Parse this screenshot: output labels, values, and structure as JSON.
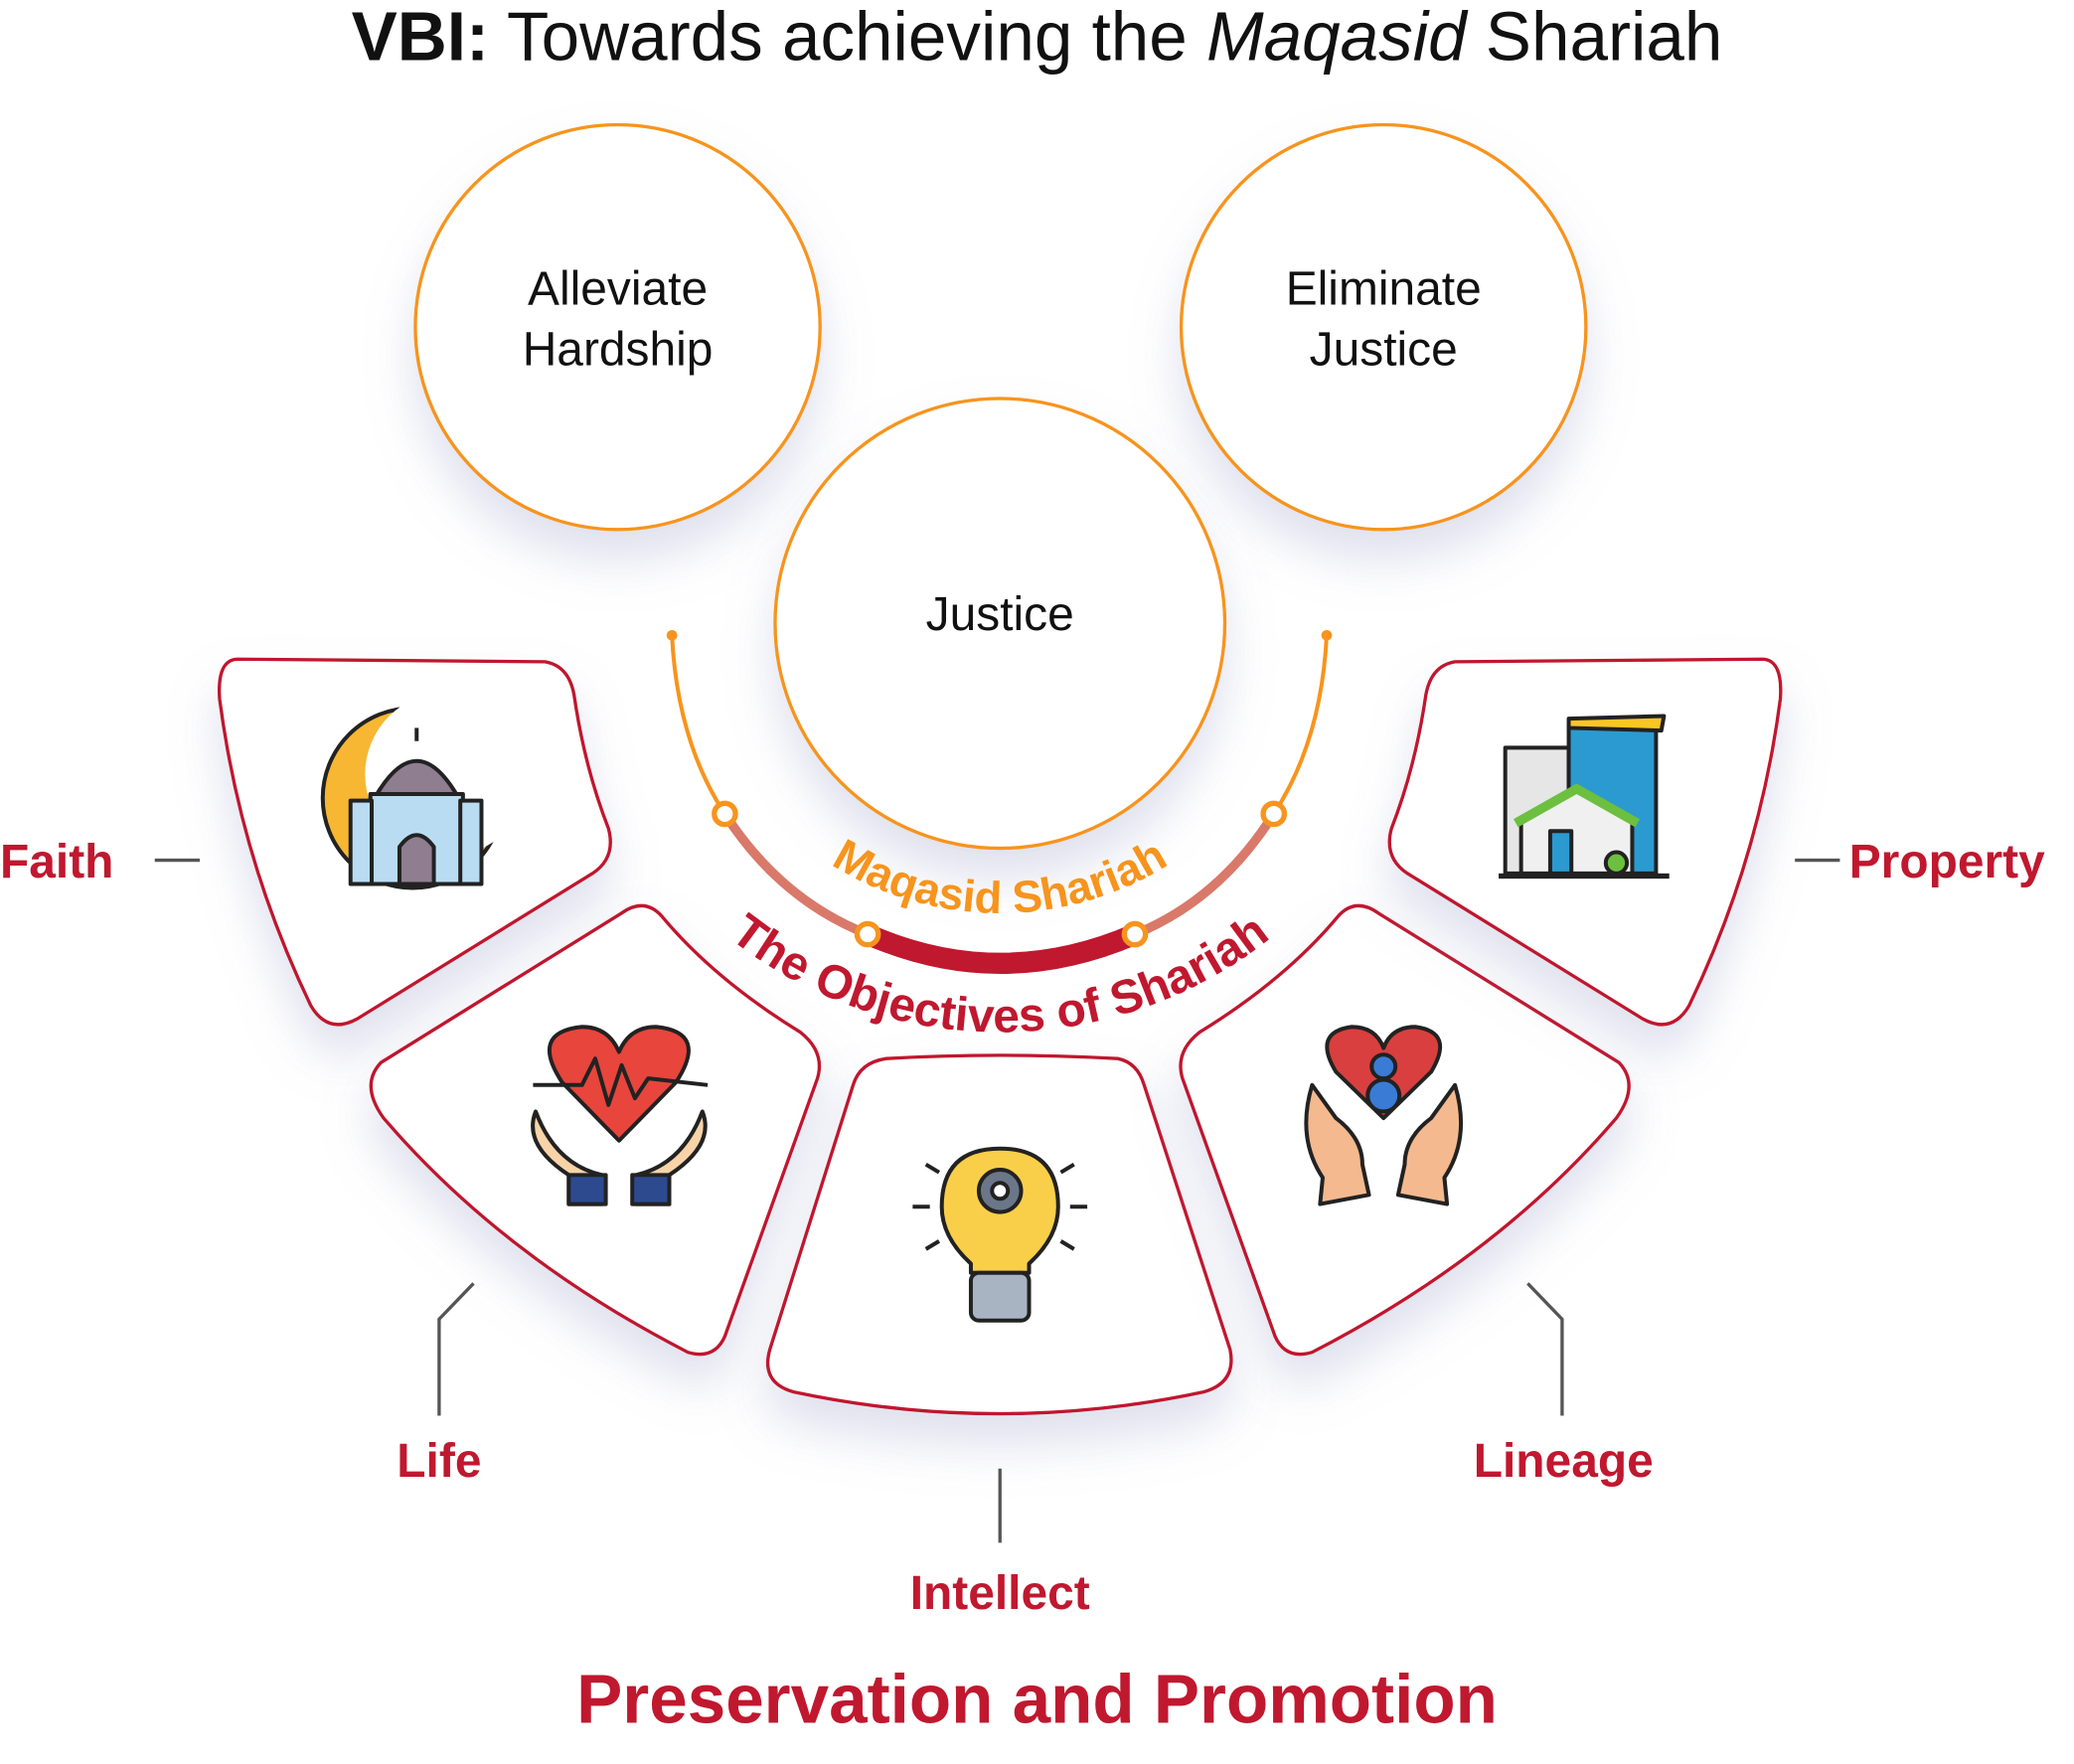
{
  "title": {
    "bold": "VBI:",
    "normal": " Towards achieving the ",
    "italic": "Maqasid",
    "end": " Shariah"
  },
  "circles": [
    {
      "line1": "Alleviate",
      "line2": "Hardship"
    },
    {
      "line1": "Eliminate",
      "line2": "Justice"
    },
    {
      "line1": "Justice"
    }
  ],
  "arc_labels": {
    "inner": "Maqasid Shariah",
    "outer": "The Objectives of Shariah"
  },
  "pillars": [
    {
      "label": "Faith",
      "icon": "mosque-icon"
    },
    {
      "label": "Life",
      "icon": "heart-hands-icon"
    },
    {
      "label": "Intellect",
      "icon": "lightbulb-gear-icon"
    },
    {
      "label": "Lineage",
      "icon": "family-heart-hands-icon"
    },
    {
      "label": "Property",
      "icon": "buildings-icon"
    }
  ],
  "footer": "Preservation and Promotion",
  "colors": {
    "orange": "#f7941d",
    "red": "#c0182f",
    "salmon": "#d9796a"
  }
}
